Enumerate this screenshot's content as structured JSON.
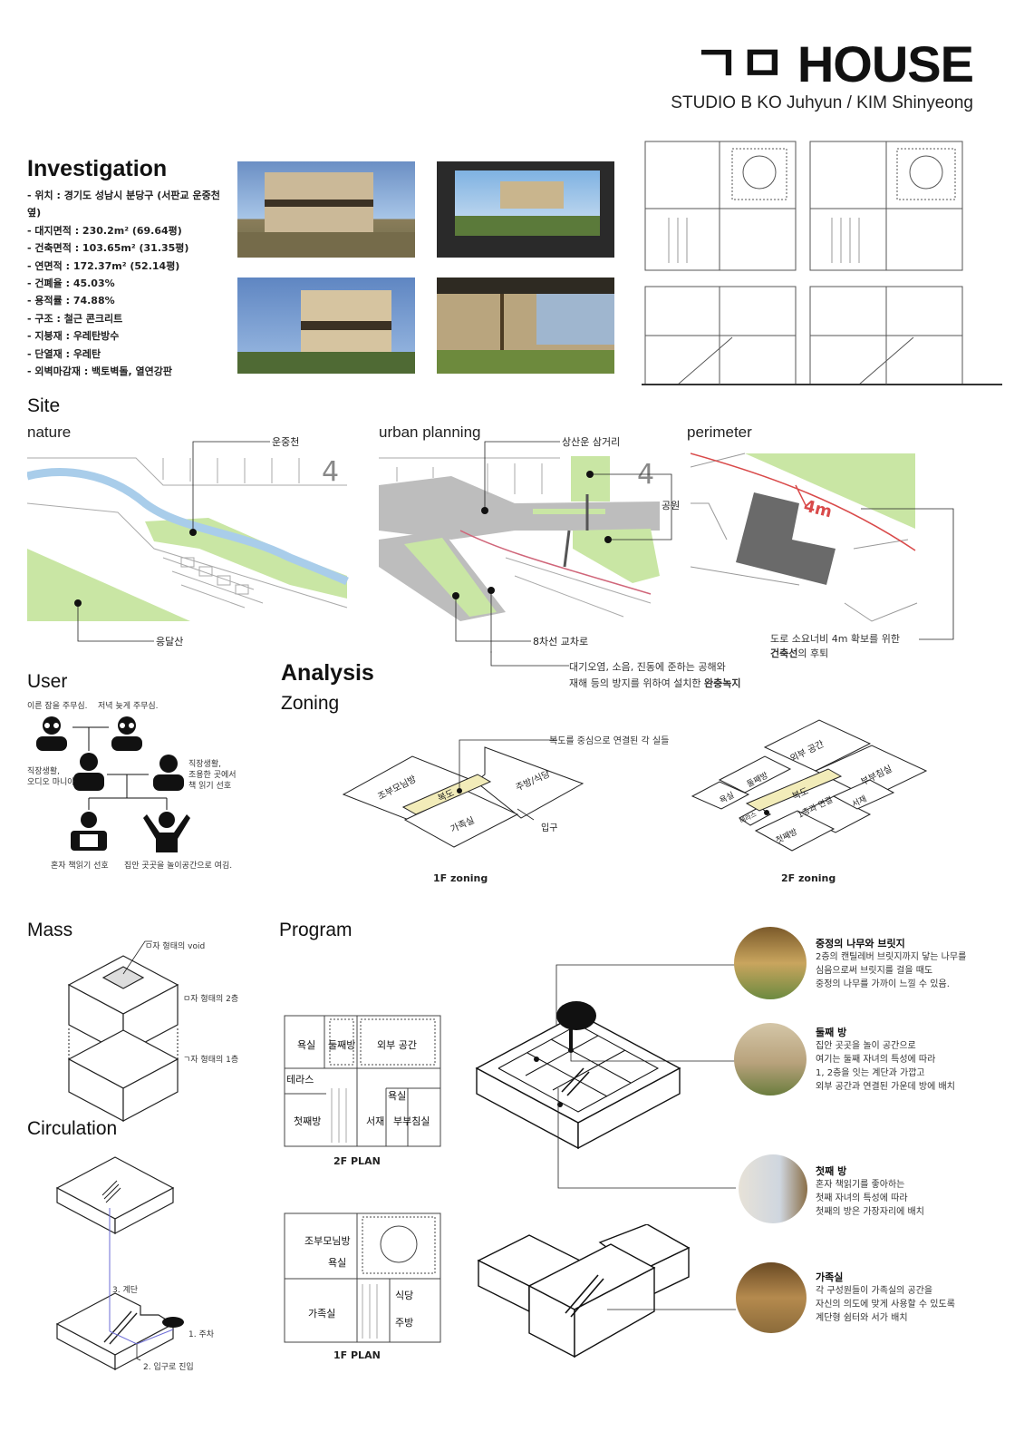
{
  "header": {
    "title_glyphs": "ㄱㅁ",
    "title_word": "HOUSE",
    "subtitle": "STUDIO B KO Juhyun / KIM Shinyeong"
  },
  "investigation": {
    "title": "Investigation",
    "items": [
      "- 위치 : 경기도 성남시 분당구 (서판교 운중천 옆)",
      "- 대지면적 : 230.2m² (69.64평)",
      "- 건축면적 : 103.65m² (31.35평)",
      "- 연면적 : 172.37m² (52.14평)",
      "- 건폐율 : 45.03%",
      "- 용적률 : 74.88%",
      "- 구조 : 철근 콘크리트",
      "- 지붕재 : 우레탄방수",
      "- 단열재 : 우레탄",
      "- 외벽마감재 : 백토벽돌, 열연강판"
    ]
  },
  "site": {
    "title": "Site",
    "nature": {
      "label": "nature",
      "river": "운중천",
      "mountain": "응달산"
    },
    "urban": {
      "label": "urban planning",
      "crossroad": "상산운 삼거리",
      "park": "공원",
      "road": "8차선 교차로",
      "green_note_1": "대기오염, 소음, 진동에 준하는 공해와",
      "green_note_2_pre": "재해 등의 방지를 위하여 설치한 ",
      "green_note_2_bold": "완충녹지"
    },
    "perimeter": {
      "label": "perimeter",
      "dim": "4m",
      "note_1": "도로 소요너비 4m 확보를 위한",
      "note_2_bold": "건축선",
      "note_2_post": "의 후퇴"
    }
  },
  "user": {
    "title": "User",
    "grandpa": "이른 잠을 주무심.",
    "grandma": "저녁 늦게 주무심.",
    "father_1": "직장생활,",
    "father_2": "오디오 마니아",
    "mother_1": "직장생활,",
    "mother_2": "조용한 곳에서",
    "mother_3": "책 읽기 선호",
    "child1": "혼자 책읽기 선호",
    "child2": "집안 곳곳을 놀이공간으로 여김."
  },
  "analysis": {
    "title": "Analysis",
    "zoning": "Zoning",
    "note": "복도를 중심으로 연결된 각 실들",
    "f1": {
      "caption": "1F zoning",
      "r1": "조부모님방",
      "r2": "복도",
      "r3": "주방/식당",
      "r4": "가족실",
      "r5": "입구"
    },
    "f2": {
      "caption": "2F zoning",
      "r1": "외부 공간",
      "r2": "둘째방",
      "r3": "욕실",
      "r4": "복도",
      "r5": "부부침실",
      "r6": "1층과 연결",
      "r7": "서재",
      "r8": "첫째방",
      "r9": "테라스"
    }
  },
  "mass": {
    "title": "Mass",
    "void": "ㅁ자 형태의 void",
    "f2": "ㅁ자 형태의 2층",
    "f1": "ㄱ자 형태의 1층"
  },
  "circulation": {
    "title": "Circulation",
    "c3": "3. 계단",
    "c1": "1. 주차",
    "c2": "2. 입구로 진입"
  },
  "program": {
    "title": "Program",
    "plan2": {
      "caption": "2F PLAN",
      "r1": "욕실",
      "r2": "둘째방",
      "r3": "외부 공간",
      "r4": "테라스",
      "r5": "욕실",
      "r6": "첫째방",
      "r7": "서재",
      "r8": "부부침실"
    },
    "plan1": {
      "caption": "1F PLAN",
      "r1": "조부모님방",
      "r2": "욕실",
      "r3": "가족실",
      "r4": "식당",
      "r5": "주방"
    },
    "d1": {
      "title": "중정의 나무와 브릿지",
      "l1": "2층의 캔틸레버 브릿지까지 닿는 나무를",
      "l2": "심음으로써 브릿지를 걸을 때도",
      "l3": "중정의 나무를 가까이 느낄 수 있음."
    },
    "d2": {
      "title": "둘째 방",
      "l1": "집안 곳곳을 놀이 공간으로",
      "l2": "여기는 둘째 자녀의 특성에 따라",
      "l3": "1, 2층을 잇는 계단과 가깝고",
      "l4": "외부 공간과 연결된 가운데 방에 배치"
    },
    "d3": {
      "title": "첫째 방",
      "l1": "혼자 책읽기를 좋아하는",
      "l2": "첫째 자녀의 특성에 따라",
      "l3": "첫째의 방은 가장자리에 배치"
    },
    "d4": {
      "title": "가족실",
      "l1": "각 구성원들이 가족실의 공간을",
      "l2": "자신의 의도에 맞게 사용할 수 있도록",
      "l3": "계단형 쉼터와 서가 배치"
    }
  },
  "colors": {
    "green": "#c9e6a4",
    "river": "#a9cdea",
    "road": "#bdbdbd",
    "corridor": "#f2ecb9",
    "redline": "#d94a4a"
  }
}
